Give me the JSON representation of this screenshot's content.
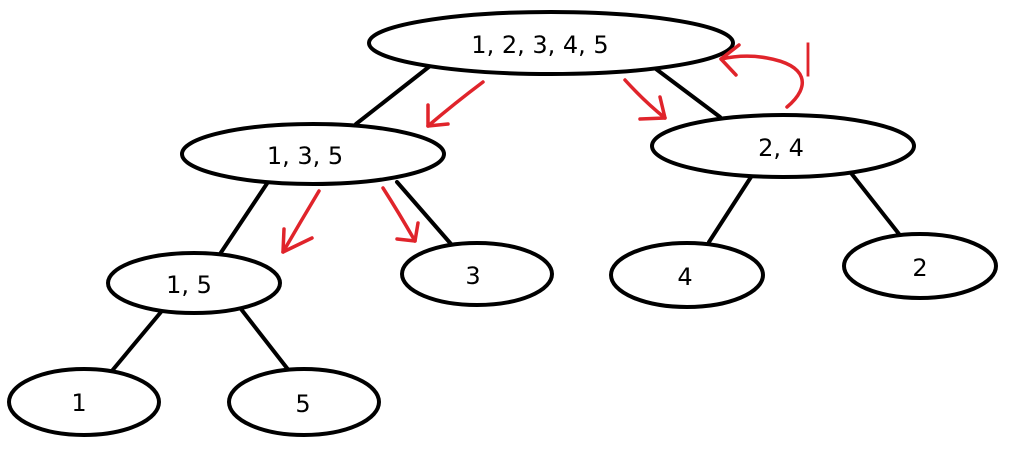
{
  "tree": {
    "nodes": [
      {
        "id": "root",
        "label": "1, 2, 3, 4, 5"
      },
      {
        "id": "left",
        "label": "1, 3, 5"
      },
      {
        "id": "right",
        "label": "2, 4"
      },
      {
        "id": "left-left",
        "label": "1, 5"
      },
      {
        "id": "left-right",
        "label": "3"
      },
      {
        "id": "right-left",
        "label": "4"
      },
      {
        "id": "right-right",
        "label": "2"
      },
      {
        "id": "leaf-1",
        "label": "1"
      },
      {
        "id": "leaf-5",
        "label": "5"
      }
    ],
    "edges": [
      [
        "root",
        "left"
      ],
      [
        "root",
        "right"
      ],
      [
        "left",
        "left-left"
      ],
      [
        "left",
        "left-right"
      ],
      [
        "right",
        "right-left"
      ],
      [
        "right",
        "right-right"
      ],
      [
        "left-left",
        "leaf-1"
      ],
      [
        "left-left",
        "leaf-5"
      ]
    ]
  },
  "annotations": {
    "arrow_color": "#e0242b",
    "arrows": [
      {
        "from": "root",
        "to": "left"
      },
      {
        "from": "root",
        "to": "right"
      },
      {
        "from": "left",
        "to": "left-left"
      },
      {
        "from": "left",
        "to": "left-right"
      },
      {
        "from": "right",
        "to": "root"
      }
    ],
    "return_mark": "|"
  }
}
